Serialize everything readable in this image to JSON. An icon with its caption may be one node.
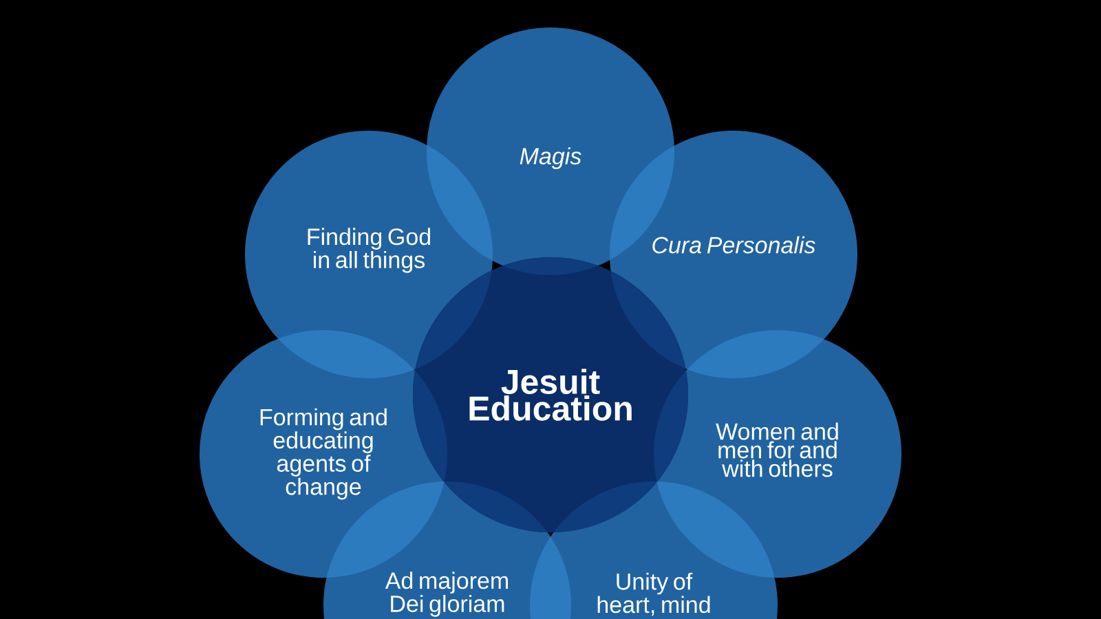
{
  "diagram": {
    "nodes": [
      {
        "text": [
          "Magis"
        ]
      },
      {
        "text": [
          "Finding God in all things"
        ]
      },
      {
        "text": [
          "Cura Personalis"
        ]
      },
      {
        "text": [
          "Jesuit Education"
        ]
      },
      {
        "text": [
          "Forming and educating agents of change"
        ]
      },
      {
        "text": [
          "Women and men for and with others"
        ]
      },
      {
        "text": [
          "Ad majorem Dei gloriam"
        ]
      },
      {
        "text": [
          "Unity of heart, mind"
        ]
      }
    ]
  }
}
